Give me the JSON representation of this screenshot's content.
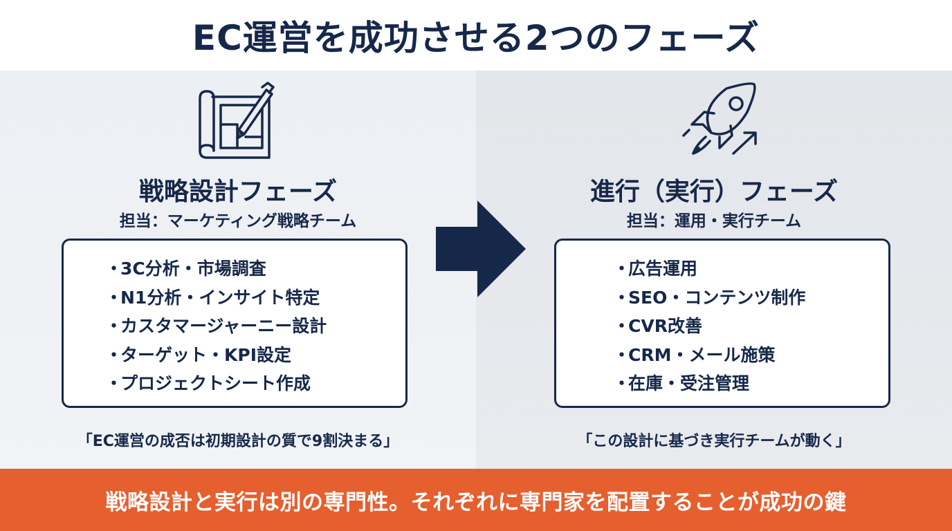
{
  "title": "EC運営を成功させる2つのフェーズ",
  "left_phase": {
    "title": "戦略設計フェーズ",
    "owner": "担当：マーケティング戦略チーム",
    "items": [
      "3C分析・市場調査",
      "N1分析・インサイト特定",
      "カスタマージャーニー設計",
      "ターゲット・KPI設定",
      "プロジェクトシート作成"
    ],
    "quote": "「EC運営の成否は初期設計の質で9割決まる」",
    "icon": "blueprint-pencil-icon"
  },
  "right_phase": {
    "title": "進行（実行）フェーズ",
    "owner": "担当：運用・実行チーム",
    "items": [
      "広告運用",
      "SEO・コンテンツ制作",
      "CVR改善",
      "CRM・メール施策",
      "在庫・受注管理"
    ],
    "quote": "「この設計に基づき実行チームが動く」",
    "icon": "rocket-icon"
  },
  "bullet": "・",
  "arrow_icon": "right-arrow-icon",
  "footer": "戦略設計と実行は別の専門性。それぞれに専門家を配置することが成功の鍵",
  "colors": {
    "navy": "#16284a",
    "accent": "#e55f2f",
    "left_bg": "#eceff3",
    "right_bg": "#e3e6ea"
  }
}
